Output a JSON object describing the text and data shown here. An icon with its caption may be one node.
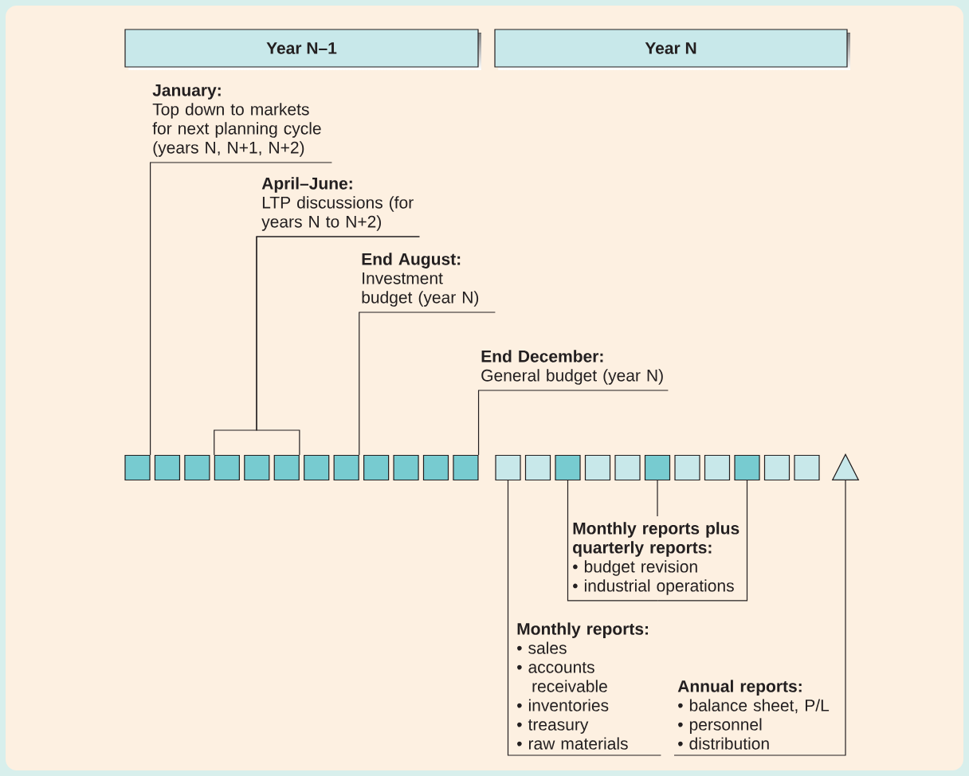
{
  "diagram": {
    "nodes": [
      {
        "text": [
          "Year N–1"
        ]
      },
      {
        "text": [
          "Year N"
        ]
      },
      {
        "text": [
          "January:",
          "Top down to markets for next planning cycle (years N, N+1, N+2)"
        ]
      },
      {
        "text": [
          "April–June:",
          "LTP discussions (for years N to N+2)"
        ]
      },
      {
        "text": [
          "End August:",
          "Investment budget (year N)"
        ]
      },
      {
        "text": [
          "End December:",
          "General budget (year N)"
        ]
      },
      {
        "text": [],
        "shape": "box"
      },
      {
        "text": [],
        "shape": "box"
      },
      {
        "text": [],
        "shape": "box"
      },
      {
        "text": [],
        "shape": "box"
      },
      {
        "text": [],
        "shape": "box"
      },
      {
        "text": [],
        "shape": "box"
      },
      {
        "text": [],
        "shape": "box"
      },
      {
        "text": [],
        "shape": "box"
      },
      {
        "text": [],
        "shape": "box"
      },
      {
        "text": [],
        "shape": "box"
      },
      {
        "text": [],
        "shape": "box"
      },
      {
        "text": [],
        "shape": "box"
      },
      {
        "text": [],
        "shape": "box"
      },
      {
        "text": [],
        "shape": "box"
      },
      {
        "text": [],
        "shape": "box"
      },
      {
        "text": [],
        "shape": "box"
      },
      {
        "text": [],
        "shape": "box"
      },
      {
        "text": [],
        "shape": "box"
      },
      {
        "text": [],
        "shape": "box"
      },
      {
        "text": [],
        "shape": "box"
      },
      {
        "text": [],
        "shape": "box"
      },
      {
        "text": [],
        "shape": "box"
      },
      {
        "text": [],
        "shape": "box"
      },
      {
        "text": [],
        "shape": "triangle"
      },
      {
        "text": [
          "Monthly reports plus quarterly reports:",
          "• budget revision",
          "• industrial operations"
        ]
      },
      {
        "text": [
          "Monthly reports:",
          "• sales",
          "• accounts receivable",
          "• inventories",
          "• treasury",
          "• raw materials"
        ]
      },
      {
        "text": [
          "Annual reports:",
          "• balance sheet, P/L",
          "• personnel",
          "• distribution"
        ]
      }
    ],
    "edges": [
      {
        "from": 2,
        "to": 6,
        "arrow": "none"
      },
      {
        "from": 3,
        "to": 9,
        "arrow": "none"
      },
      {
        "from": 3,
        "to": 11,
        "arrow": "none"
      },
      {
        "from": 4,
        "to": 13,
        "arrow": "none"
      },
      {
        "from": 5,
        "to": 17,
        "arrow": "none"
      },
      {
        "from": 30,
        "to": 20,
        "arrow": "none"
      },
      {
        "from": 30,
        "to": 23,
        "arrow": "none"
      },
      {
        "from": 30,
        "to": 26,
        "arrow": "none"
      },
      {
        "from": 31,
        "to": 18,
        "arrow": "none"
      },
      {
        "from": 32,
        "to": 29,
        "arrow": "none"
      }
    ]
  }
}
